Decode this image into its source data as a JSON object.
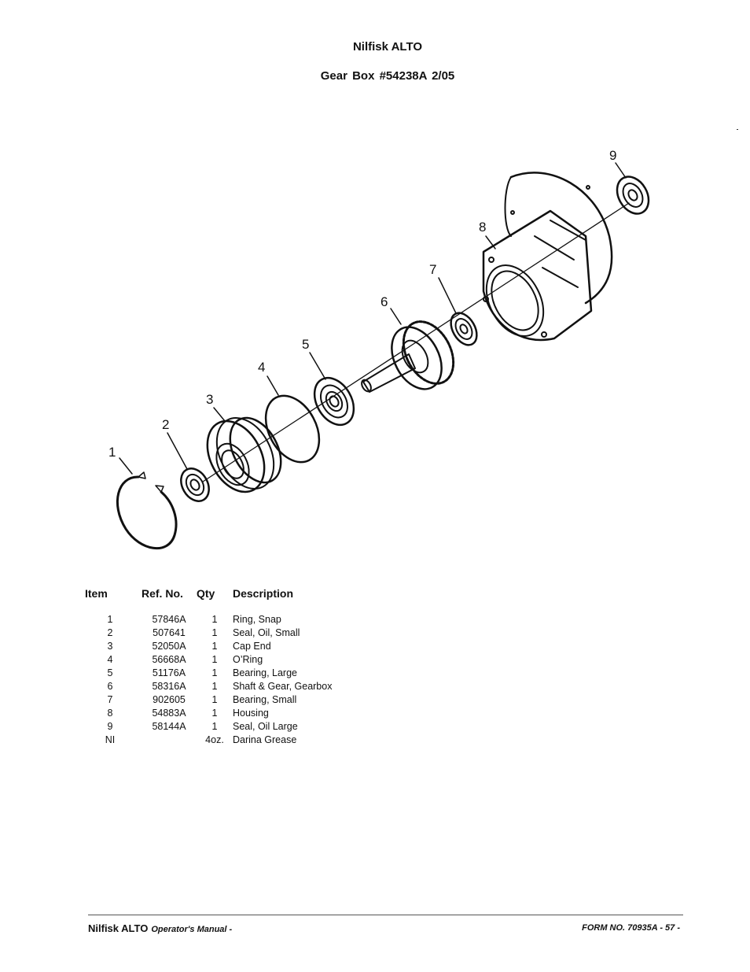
{
  "header": {
    "brand": "Nilfisk ALTO",
    "title": "Gear Box #54238A   2/05"
  },
  "diagram": {
    "callouts": [
      "1",
      "2",
      "3",
      "4",
      "5",
      "6",
      "7",
      "8",
      "9"
    ]
  },
  "parts_table": {
    "columns": [
      "Item",
      "Ref. No.",
      "Qty",
      "Description"
    ],
    "rows": [
      {
        "item": "1",
        "ref": "57846A",
        "qty": "1",
        "desc": "Ring, Snap"
      },
      {
        "item": "2",
        "ref": "507641",
        "qty": "1",
        "desc": "Seal, Oil, Small"
      },
      {
        "item": "3",
        "ref": "52050A",
        "qty": "1",
        "desc": "Cap End"
      },
      {
        "item": "4",
        "ref": "56668A",
        "qty": "1",
        "desc": "O’Ring"
      },
      {
        "item": "5",
        "ref": "51176A",
        "qty": "1",
        "desc": "Bearing, Large"
      },
      {
        "item": "6",
        "ref": "58316A",
        "qty": "1",
        "desc": "Shaft & Gear, Gearbox"
      },
      {
        "item": "7",
        "ref": "902605",
        "qty": "1",
        "desc": "Bearing, Small"
      },
      {
        "item": "8",
        "ref": "54883A",
        "qty": "1",
        "desc": "Housing"
      },
      {
        "item": "9",
        "ref": "58144A",
        "qty": "1",
        "desc": "Seal, Oil Large"
      },
      {
        "item": "NI",
        "ref": "",
        "qty": "4oz.",
        "desc": "Darina Grease"
      }
    ]
  },
  "footer": {
    "brand": "Nilfisk ALTO",
    "manual": "Operator's Manual -",
    "form": "FORM NO. 70935A  - 57 -"
  }
}
